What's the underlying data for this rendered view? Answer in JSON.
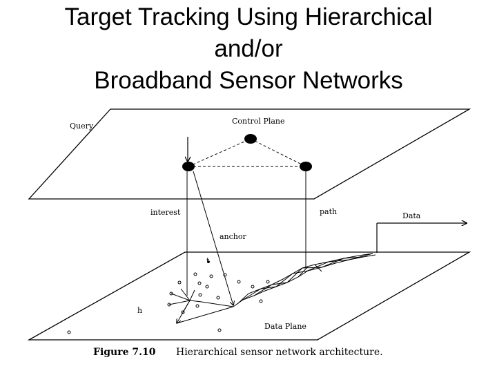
{
  "title": {
    "line1": "Target Tracking Using Hierarchical",
    "line2": "and/or",
    "line3": "Broadband Sensor Networks"
  },
  "figure": {
    "control_plane_label": "Control Plane",
    "data_plane_label": "Data Plane",
    "query_label": "Query",
    "interest_label": "interest",
    "path_label": "path",
    "anchor_label": "anchor",
    "data_label": "Data",
    "stray_mark_1": "t",
    "stray_mark_2": "h",
    "caption_number": "Figure 7.10",
    "caption_text": "Hierarchical sensor network architecture."
  },
  "colors": {
    "ink": "#000000",
    "background": "#ffffff"
  }
}
